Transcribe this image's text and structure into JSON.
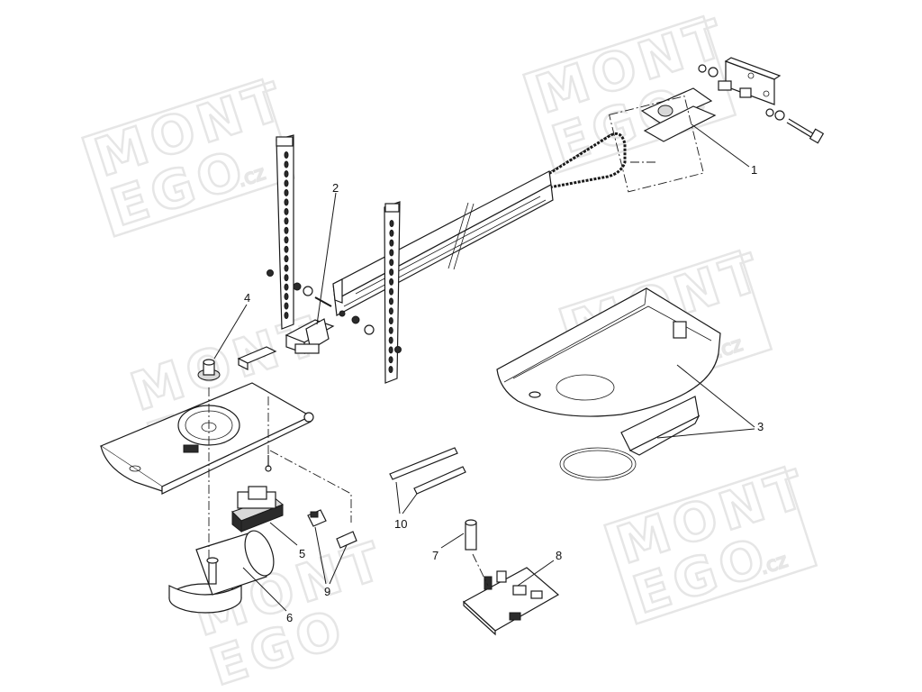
{
  "watermark": {
    "line1": "MONT",
    "line2": "EGO",
    "suffix": ".cz"
  },
  "callouts": [
    {
      "id": "1",
      "label": "1"
    },
    {
      "id": "2",
      "label": "2"
    },
    {
      "id": "3",
      "label": "3"
    },
    {
      "id": "4",
      "label": "4"
    },
    {
      "id": "5",
      "label": "5"
    },
    {
      "id": "6",
      "label": "6"
    },
    {
      "id": "7",
      "label": "7"
    },
    {
      "id": "8",
      "label": "8"
    },
    {
      "id": "9",
      "label": "9"
    },
    {
      "id": "10",
      "label": "10"
    }
  ]
}
